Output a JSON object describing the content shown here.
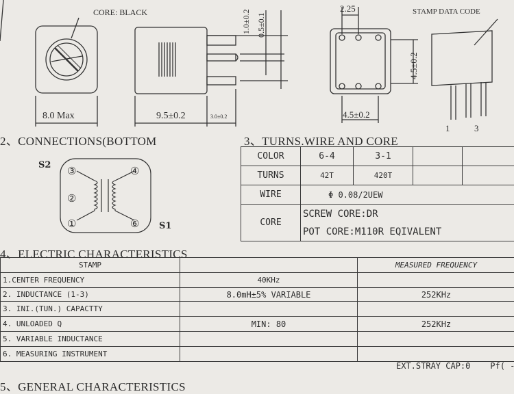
{
  "drawing": {
    "core_label": "CORE: BLACK",
    "dim_width": "8.0 Max",
    "dim_length": "9.5±0.2",
    "dim_pin_len": "3.0±0.2",
    "dim_pin_top": "1.0±0.2",
    "dim_pin_dia": "0.5±0.1",
    "dim_pitch_top": "2.25",
    "dim_height": "4.5±0.2",
    "dim_pitch_bottom": "4.5±0.2",
    "stamp_label": "STAMP DATA CODE",
    "pin_1": "1",
    "pin_3": "3"
  },
  "connections": {
    "title": "2、CONNECTIONS(BOTTOM",
    "s2": "S2",
    "s1": "S1",
    "pins": [
      "③",
      "④",
      "②",
      "①",
      "⑥"
    ]
  },
  "turns": {
    "title": "3、TURNS.WIRE AND CORE",
    "color_label": "COLOR",
    "col_a": "6-4",
    "col_b": "3-1",
    "turns_label": "TURNS",
    "turns_a": "42T",
    "turns_b": "420T",
    "wire_label": "WIRE",
    "wire_value": "Φ   0.08/2UEW",
    "core_label": "CORE",
    "core_line1": "SCREW  CORE:DR",
    "core_line2": "POT  CORE:M110R  EQIVALENT"
  },
  "electric": {
    "title": "4、ELECTRIC CHARACTERISTICS",
    "col_stamp": "STAMP",
    "col_measured": "MEASURED  FREQUENCY",
    "rows": [
      {
        "label": "1.CENTER   FREQUENCY",
        "value": "40KHz",
        "measured": ""
      },
      {
        "label": "2. INDUCTANCE       (1-3)",
        "value": "8.0mH±5% VARIABLE",
        "measured": "252KHz"
      },
      {
        "label": "3. INI.(TUN.) CAPACTTY",
        "value": "",
        "measured": ""
      },
      {
        "label": "4. UNLOADED Q",
        "value": "MIN: 80",
        "measured": "252KHz"
      },
      {
        "label": "5. VARIABLE  INDUCTANCE",
        "value": "",
        "measured": ""
      },
      {
        "label": "6. MEASURING   INSTRUMENT",
        "value": "",
        "measured": ""
      }
    ],
    "footer": "EXT.STRAY CAP:0    Pf( -"
  },
  "next_section": "5、GENERAL CHARACTERISTICS"
}
